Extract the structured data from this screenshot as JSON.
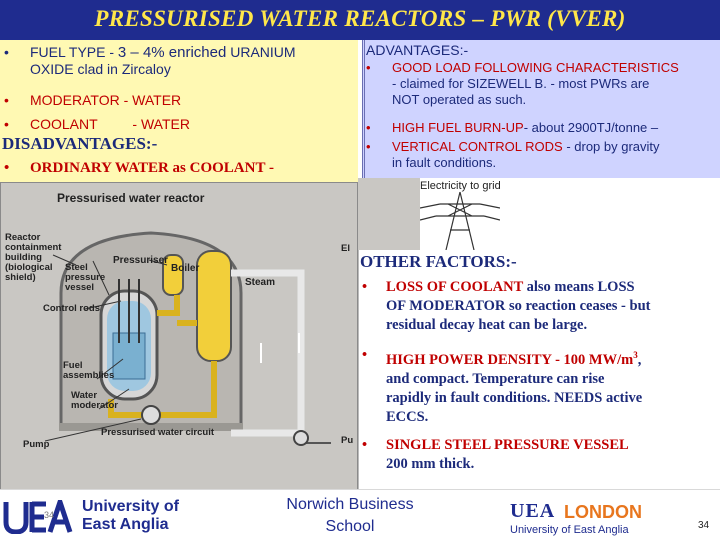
{
  "title": "PRESSURISED WATER REACTORS – PWR (VVER)",
  "left_box": {
    "items": [
      {
        "bullet": "•",
        "text_a": "FUEL TYPE  -  ",
        "highlight": "3 – 4% enriched",
        "text_b": " URANIUM",
        "line2": "OXIDE  clad in Zircaloy"
      },
      {
        "bullet": "•",
        "text": "MODERATOR  - WATER"
      },
      {
        "bullet": "•",
        "text": "COOLANT         - WATER"
      }
    ]
  },
  "disadvantages": {
    "heading": "DISADVANTAGES:-",
    "items": [
      {
        "bullet": "•",
        "text": "ORDINARY WATER as COOLANT -"
      }
    ]
  },
  "advantages": {
    "heading": "ADVANTAGES:-",
    "items": [
      {
        "bullet": "•",
        "lines": [
          "GOOD LOAD FOLLOWING CHARACTERISTICS",
          "- claimed for SIZEWELL B. - most PWRs are",
          "NOT operated as such."
        ]
      },
      {
        "bullet": "•",
        "lead": "HIGH FUEL BURN-UP",
        "rest": "- about 2900TJ/tonne –"
      },
      {
        "bullet": "•",
        "lead": "VERTICAL CONTROL RODS",
        "rest": " - drop by gravity",
        "line2": "in fault conditions."
      }
    ]
  },
  "other_factors": {
    "heading": "OTHER FACTORS:-",
    "items": [
      {
        "bullet": "•",
        "lead": "LOSS OF COOLANT",
        "lines": [
          " also means LOSS",
          "OF MODERATOR so reaction ceases - but",
          "residual decay heat can be large."
        ]
      },
      {
        "bullet": "•",
        "lead": "HIGH POWER DENSITY",
        "lead2": " -  100 MW/m",
        "sup": "3",
        "comma": ",",
        "lines": [
          "and compact. Temperature can rise",
          "rapidly in fault conditions.  NEEDS active",
          "ECCS."
        ]
      },
      {
        "bullet": "•",
        "lead": "SINGLE STEEL PRESSURE VESSEL",
        "lines": [
          "200 mm thick."
        ]
      }
    ]
  },
  "diagram": {
    "title": "Pressurised water reactor",
    "labels": {
      "containment": "Reactor\ncontainment\nbuilding\n(biological\nshield)",
      "pressuriser": "Pressuriser",
      "steel_vessel": "Steel\npressure\nvessel",
      "control_rods": "Control rods",
      "boiler": "Boiler",
      "steam": "Steam",
      "fuel": "Fuel\nassemblies",
      "moderator": "Water\nmoderator",
      "pump": "Pump",
      "circuit": "Pressurised water circuit",
      "electricity": "Electricity to grid",
      "el_partial": "El",
      "pu_partial": "Pu"
    }
  },
  "footer": {
    "page_left": "34",
    "uea_line1": "University of",
    "uea_line2": "East Anglia",
    "nbs_line1": "Norwich Business",
    "nbs_line2": "School",
    "london_mark": "UEA",
    "london_word": "LONDON",
    "london_sub": "University of East Anglia",
    "page_right": "34"
  },
  "colors": {
    "title_bg": "#1f2c8f",
    "title_fg": "#ffe74a",
    "yellow_box": "#fff9b3",
    "lavender_box": "#cfd3ff",
    "red_text": "#cc0000",
    "navy_text": "#1c2a7a",
    "brand_orange": "#e8761e"
  }
}
